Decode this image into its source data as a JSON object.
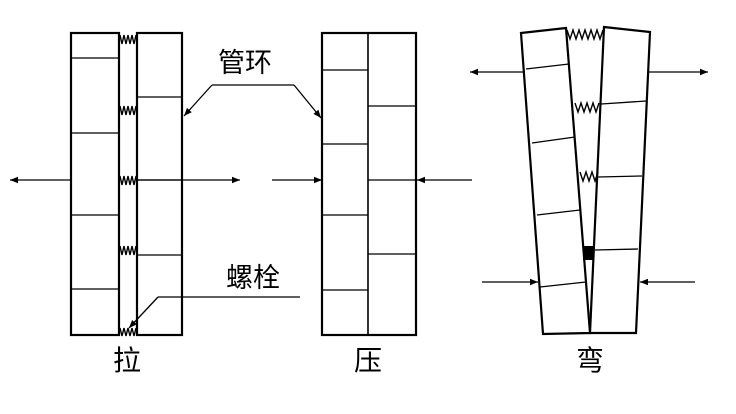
{
  "callouts": {
    "tube_ring": "管环",
    "bolt": "螺栓"
  },
  "captions": {
    "tension": "拉",
    "compression": "压",
    "bending": "弯"
  }
}
